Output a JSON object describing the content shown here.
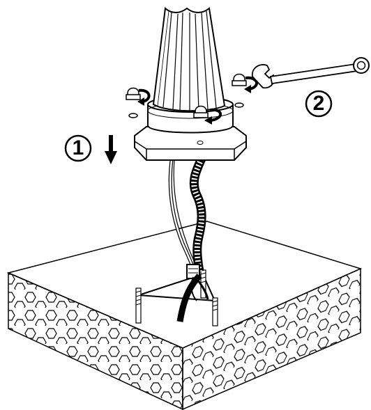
{
  "steps": [
    {
      "number": "1"
    },
    {
      "number": "2"
    }
  ],
  "colors": {
    "ink": "#000000",
    "paper": "#ffffff",
    "shade": "#d9d9d9"
  },
  "icons": [
    "down-arrow-icon",
    "rotate-arrow-icon",
    "wrench-icon",
    "hex-pattern"
  ]
}
